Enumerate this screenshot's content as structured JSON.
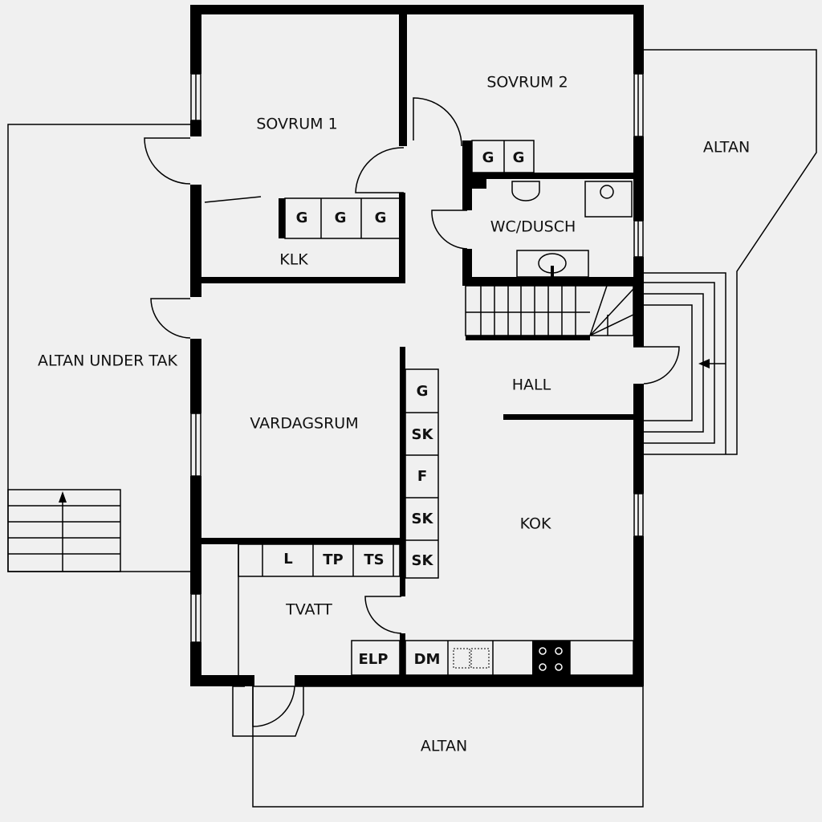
{
  "rooms": {
    "sovrum1": "SOVRUM 1",
    "sovrum2": "SOVRUM 2",
    "altan_right": "ALTAN",
    "klk": "KLK",
    "wc": "WC/DUSCH",
    "altan_under_tak": "ALTAN UNDER TAK",
    "hall": "HALL",
    "vardagsrum": "VARDAGSRUM",
    "kok": "KOK",
    "tvatt": "TVATT",
    "altan_bottom": "ALTAN"
  },
  "fixtures": {
    "klk_closets": [
      "G",
      "G",
      "G"
    ],
    "sovrum2_closets": [
      "G",
      "G"
    ],
    "kitchen_column": [
      "G",
      "SK",
      "F",
      "SK",
      "SK"
    ],
    "tvatt_row": [
      "L",
      "TP",
      "TS"
    ],
    "elp": "ELP",
    "dm": "DM"
  }
}
